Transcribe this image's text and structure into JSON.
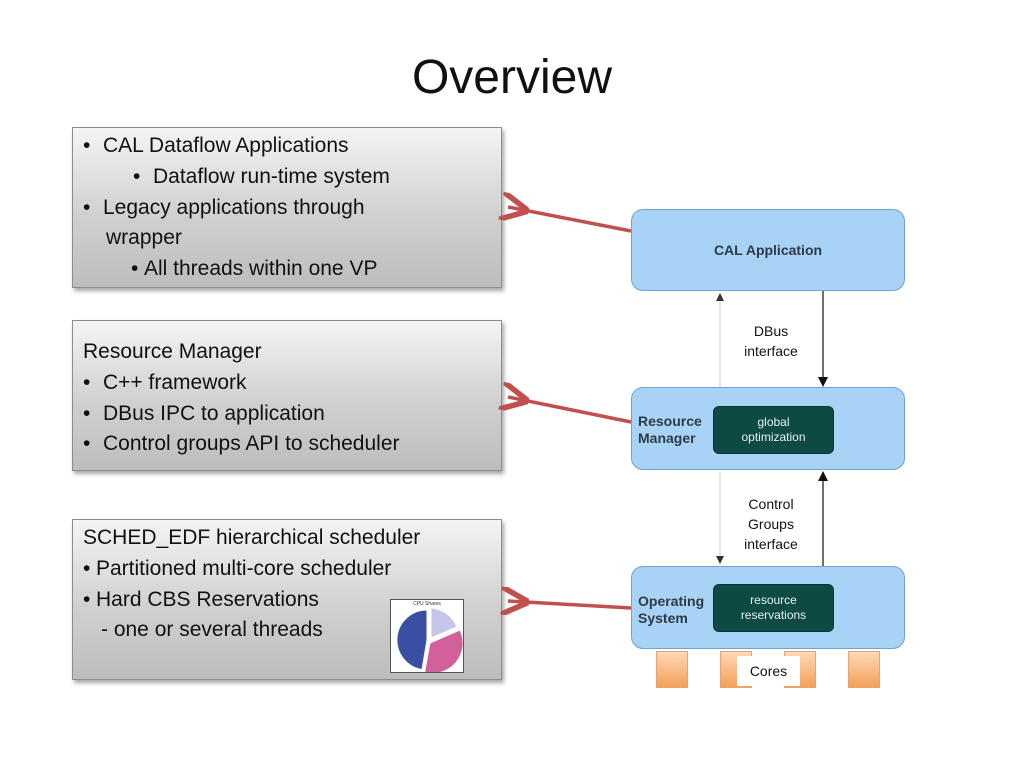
{
  "slide": {
    "title": "Overview"
  },
  "text_boxes": {
    "cal": {
      "lines": [
        "CAL Dataflow Applications",
        "Dataflow run-time system",
        "Legacy applications through",
        "wrapper",
        "All threads within one VP"
      ]
    },
    "rm": {
      "heading": "Resource Manager",
      "lines": [
        "C++ framework",
        "DBus IPC to application",
        "Control groups API to scheduler"
      ]
    },
    "sched": {
      "heading": "SCHED_EDF hierarchical scheduler",
      "lines": [
        "Partitioned multi-core scheduler",
        "Hard CBS Reservations",
        "- one or several threads"
      ],
      "thumbnail_caption": "CPU Shares"
    }
  },
  "architecture": {
    "cal_app": {
      "label": "CAL Application"
    },
    "resource_manager": {
      "label_line1": "Resource",
      "label_line2": "Manager",
      "inner_line1": "global",
      "inner_line2": "optimization"
    },
    "operating_system": {
      "label_line1": "Operating",
      "label_line2": "System",
      "inner_line1": "resource",
      "inner_line2": "reservations"
    },
    "dbus_interface": {
      "line1": "DBus",
      "line2": "interface"
    },
    "control_groups_interface": {
      "line1": "Control",
      "line2": "Groups",
      "line3": "interface"
    },
    "cores": {
      "label": "Cores",
      "count": 4
    }
  },
  "colors": {
    "connector_arrow": "#c0504d",
    "cpu_box_fill": "#a8d3f7",
    "inner_box_fill": "#0d4a44",
    "core_fill": "#f4a05c",
    "pie_blue": "#3a4fa3",
    "pie_pink": "#d2609a",
    "pie_lavender": "#c6c6ea"
  }
}
